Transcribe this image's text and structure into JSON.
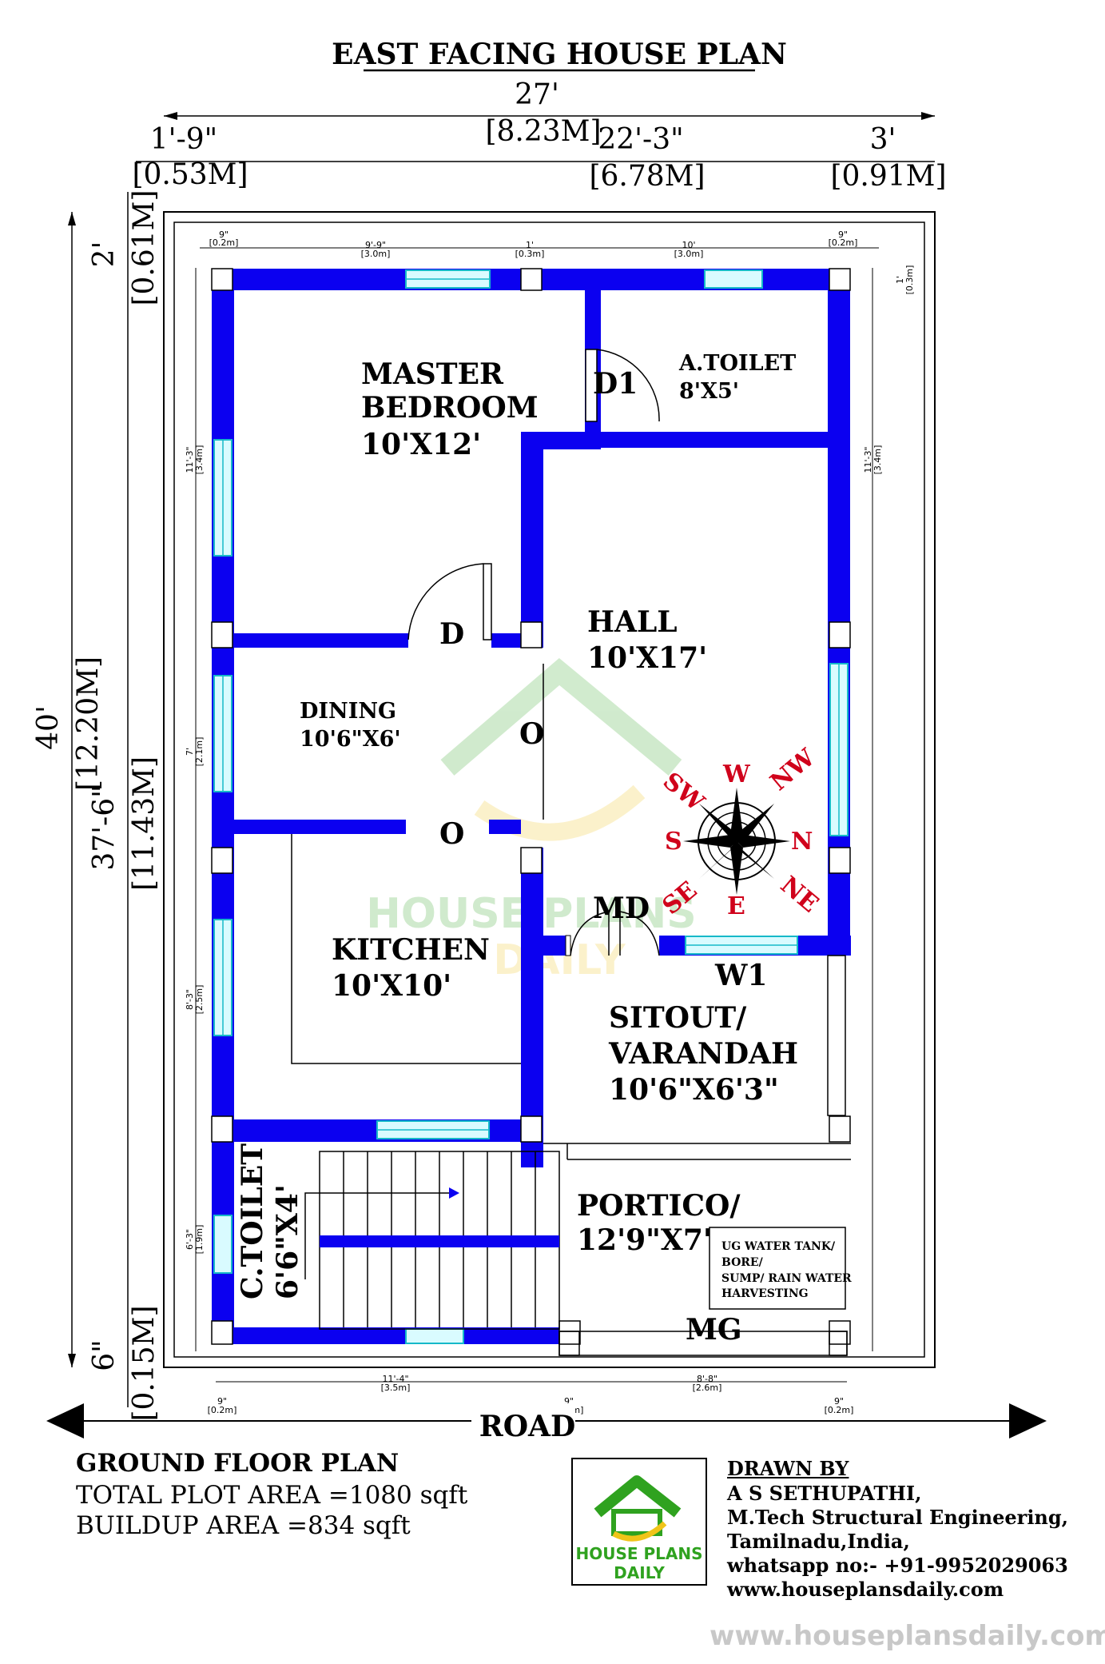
{
  "title": "EAST FACING HOUSE PLAN",
  "top_dims": {
    "overall": "27'",
    "overall_m": "[8.23M]",
    "left": "1'-9\"",
    "left_m": "[0.53M]",
    "middle": "22'-3\"",
    "middle_m": "[6.78M]",
    "right": "3'",
    "right_m": "[0.91M]"
  },
  "left_dims": {
    "overall": "40'",
    "overall_m": "[12.20M]",
    "top": "2'",
    "top_m": "[0.61M]",
    "middle": "37'-6\"",
    "middle_m": "[11.43M]",
    "bottom": "6\"",
    "bottom_m": "[0.15M]"
  },
  "tiny_dims": {
    "t1": "9\"",
    "t1m": "[0.2m]",
    "t2": "9'-9\"",
    "t2m": "[3.0m]",
    "t3": "1'",
    "t3m": "[0.3m]",
    "t4": "10'",
    "t4m": "[3.0m]",
    "t5": "9\"",
    "t5m": "[0.2m]",
    "s1": "11'-3\"",
    "s1m": "[3.4m]",
    "s2": "7'",
    "s2m": "[2.1m]",
    "s3": "8'-3\"",
    "s3m": "[2.5m]",
    "s4": "6'-3\"",
    "s4m": "[1.9m]",
    "s5": "1'",
    "s5m": "[0.3m]",
    "b1": "11'-4\"",
    "b1m": "[3.5m]",
    "b2": "8'-8\"",
    "b2m": "[2.6m]",
    "b3": "9\"",
    "b3m": "[0.2m]"
  },
  "rooms": {
    "master_bedroom_1": "MASTER",
    "master_bedroom_2": "BEDROOM",
    "master_bedroom_size": "10'X12'",
    "toilet": "A.TOILET",
    "toilet_size": "8'X5'",
    "hall": "HALL",
    "hall_size": "10'X17'",
    "dining": "DINING",
    "dining_size": "10'6\"X6'",
    "kitchen": "KITCHEN",
    "kitchen_size": "10'X10'",
    "sitout_1": "SITOUT/",
    "sitout_2": "VARANDAH",
    "sitout_size": "10'6\"X6'3\"",
    "portico": "PORTICO/",
    "portico_size": "12'9\"X7'",
    "c_toilet": "C.TOILET",
    "c_toilet_size": "6'6\"X4'",
    "ug_tank_1": "UG WATER TANK/",
    "ug_tank_2": "BORE/",
    "ug_tank_3": "SUMP/ RAIN WATER",
    "ug_tank_4": "HARVESTING"
  },
  "labels": {
    "d1": "D1",
    "d": "D",
    "o1": "O",
    "o2": "O",
    "md": "MD",
    "w1": "W1",
    "mg": "MG",
    "road": "ROAD"
  },
  "compass": {
    "sw": "SW",
    "w": "W",
    "nw": "NW",
    "s": "S",
    "n": "N",
    "se": "SE",
    "e": "E",
    "ne": "NE"
  },
  "watermark": {
    "line1": "HOUSE PLANS",
    "line2": "DAILY"
  },
  "info": {
    "heading": "GROUND FLOOR PLAN",
    "plot_area": "TOTAL PLOT AREA =1080 sqft",
    "buildup_area": "BUILDUP AREA =834 sqft"
  },
  "logo": {
    "line1": "HOUSE PLANS",
    "line2": "DAILY"
  },
  "credits": {
    "heading": "DRAWN BY",
    "name": "A S SETHUPATHI,",
    "degree": "M.Tech Structural Engineering,",
    "location": "Tamilnadu,India,",
    "whatsapp": "whatsapp no:- +91-9952029063",
    "website": "www.houseplansdaily.com"
  },
  "footer_url": "www.houseplansdaily.com",
  "colors": {
    "wall": "#0b00f0",
    "window": "#16b9c9",
    "compass_text": "#d0021b",
    "logo_green": "#2fa21f",
    "logo_yellow": "#f0c419"
  }
}
